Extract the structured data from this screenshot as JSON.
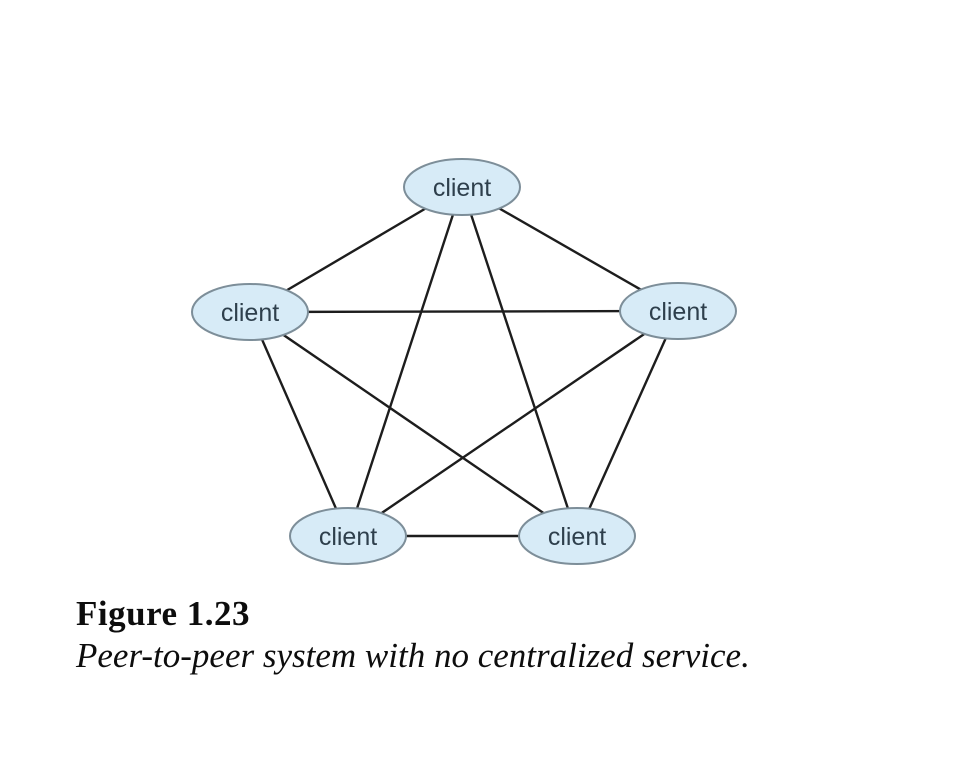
{
  "figure": {
    "caption_title": "Figure 1.23",
    "caption_text": "Peer-to-peer system with no centralized service."
  },
  "diagram": {
    "type": "graph",
    "nodes": [
      {
        "id": "top",
        "label": "client"
      },
      {
        "id": "left",
        "label": "client"
      },
      {
        "id": "right",
        "label": "client"
      },
      {
        "id": "bottom-left",
        "label": "client"
      },
      {
        "id": "bottom-right",
        "label": "client"
      }
    ],
    "edges": [
      [
        "top",
        "left"
      ],
      [
        "top",
        "right"
      ],
      [
        "top",
        "bottom-left"
      ],
      [
        "top",
        "bottom-right"
      ],
      [
        "left",
        "right"
      ],
      [
        "left",
        "bottom-left"
      ],
      [
        "left",
        "bottom-right"
      ],
      [
        "right",
        "bottom-right"
      ],
      [
        "right",
        "bottom-left"
      ],
      [
        "bottom-left",
        "bottom-right"
      ]
    ],
    "colors": {
      "node_fill": "#d7ebf7",
      "node_border": "#7d8e99",
      "node_text": "#2e3f4c",
      "edge": "#1d1d1d"
    }
  }
}
